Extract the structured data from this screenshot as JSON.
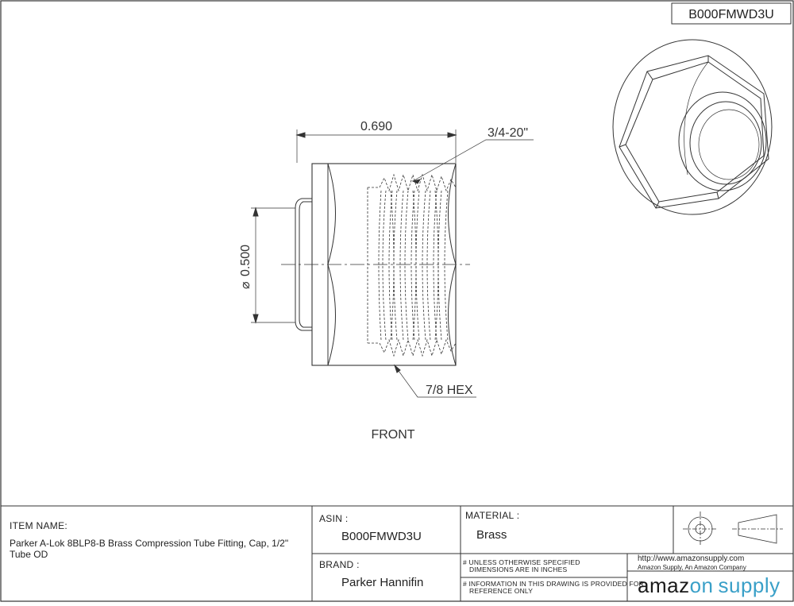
{
  "header": {
    "asin_tag": "B000FMWD3U"
  },
  "drawing": {
    "dim_length": "0.690",
    "dim_thread": "3/4-20\"",
    "dim_diameter": "0.500",
    "diameter_symbol": "⌀",
    "dim_hex": "7/8 HEX",
    "view_label": "FRONT"
  },
  "title_block": {
    "item_name_label": "ITEM NAME:",
    "item_name_line1": "Parker A-Lok 8BLP8-B Brass Compression Tube Fitting, Cap, 1/2\"",
    "item_name_line2": "Tube OD",
    "asin_label": "ASIN :",
    "asin_value": "B000FMWD3U",
    "brand_label": "BRAND :",
    "brand_value": "Parker Hannifin",
    "material_label": "MATERIAL :",
    "material_value": "Brass",
    "note1_line1": "# UNLESS OTHERWISE SPECIFIED",
    "note1_line2": "DIMENSIONS ARE IN INCHES",
    "note2_line1": "# INFORMATION IN THIS DRAWING IS PROVIDED FOR",
    "note2_line2": "REFERENCE ONLY",
    "url": "http://www.amazonsupply.com",
    "company": "Amazon Supply, An Amazon Company",
    "logo_part1": "amaz",
    "logo_part2": "on",
    "logo_part3": "supply"
  }
}
